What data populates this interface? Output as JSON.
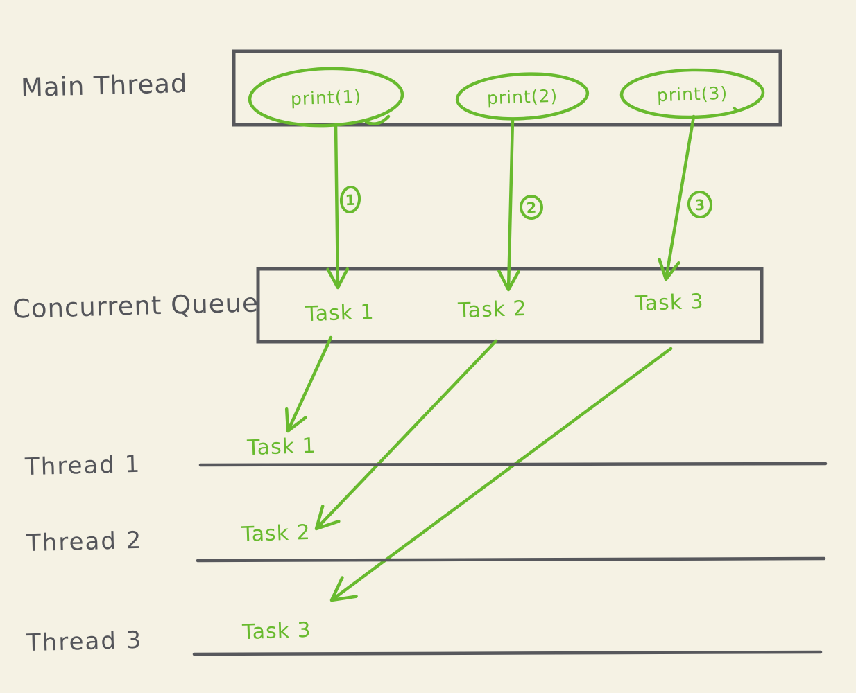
{
  "colors": {
    "background": "#f5f2e4",
    "ink_stroke": "#57585c",
    "accent_green": "#68ba2e"
  },
  "labels": {
    "main_thread": "Main Thread",
    "concurrent_queue": "Concurrent Queue"
  },
  "main_thread_box": {
    "calls": [
      {
        "label": "print(1)",
        "step": "1"
      },
      {
        "label": "print(2)",
        "step": "2"
      },
      {
        "label": "print(3)",
        "step": "3"
      }
    ]
  },
  "queue": {
    "tasks": [
      {
        "label": "Task 1"
      },
      {
        "label": "Task 2"
      },
      {
        "label": "Task 3"
      }
    ]
  },
  "threads": [
    {
      "label": "Thread 1",
      "task": "Task 1"
    },
    {
      "label": "Thread 2",
      "task": "Task 2"
    },
    {
      "label": "Thread 3",
      "task": "Task 3"
    }
  ]
}
